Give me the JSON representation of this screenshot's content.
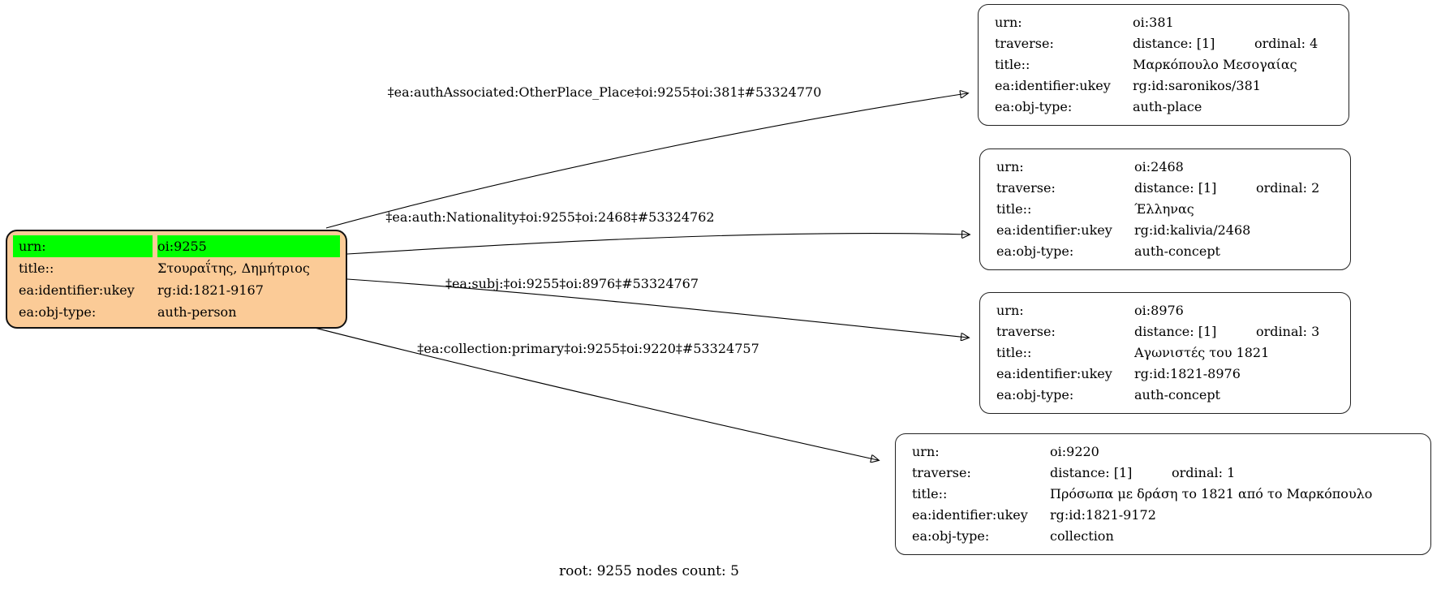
{
  "colors": {
    "root_fill": "#fbcb97",
    "highlight_green": "#00ff00",
    "node_fill": "#ffffff",
    "edge": "#000000"
  },
  "field_labels": {
    "urn": "urn:",
    "traverse": "traverse:",
    "title": "title::",
    "identifier": "ea:identifier:ukey",
    "obj_type": "ea:obj-type:"
  },
  "root_node": {
    "urn_label": "urn:",
    "urn": "oi:9255",
    "title_label": "title::",
    "title": "Στουραΐτης, Δημήτριος",
    "identifier_label": "ea:identifier:ukey",
    "identifier": "rg:id:1821-9167",
    "obj_type_label": "ea:obj-type:",
    "obj_type": "auth-person"
  },
  "edges": [
    {
      "label": "‡ea:authAssociated:OtherPlace_Place‡oi:9255‡oi:381‡#53324770"
    },
    {
      "label": "‡ea:auth:Nationality‡oi:9255‡oi:2468‡#53324762"
    },
    {
      "label": "‡ea:subj:‡oi:9255‡oi:8976‡#53324767"
    },
    {
      "label": "‡ea:collection:primary‡oi:9255‡oi:9220‡#53324757"
    }
  ],
  "nodes": [
    {
      "urn": "oi:381",
      "traverse_distance": "distance: [1]",
      "traverse_ordinal": "ordinal: 4",
      "title": "Μαρκόπουλο Μεσογαίας",
      "identifier": "rg:id:saronikos/381",
      "obj_type": "auth-place"
    },
    {
      "urn": "oi:2468",
      "traverse_distance": "distance: [1]",
      "traverse_ordinal": "ordinal: 2",
      "title": "Έλληνας",
      "identifier": "rg:id:kalivia/2468",
      "obj_type": "auth-concept"
    },
    {
      "urn": "oi:8976",
      "traverse_distance": "distance: [1]",
      "traverse_ordinal": "ordinal: 3",
      "title": "Αγωνιστές του 1821",
      "identifier": "rg:id:1821-8976",
      "obj_type": "auth-concept"
    },
    {
      "urn": "oi:9220",
      "traverse_distance": "distance: [1]",
      "traverse_ordinal": "ordinal: 1",
      "title": "Πρόσωπα με δράση το 1821 από το Μαρκόπουλο",
      "identifier": "rg:id:1821-9172",
      "obj_type": "collection"
    }
  ],
  "graph_label": "root: 9255 nodes count: 5"
}
